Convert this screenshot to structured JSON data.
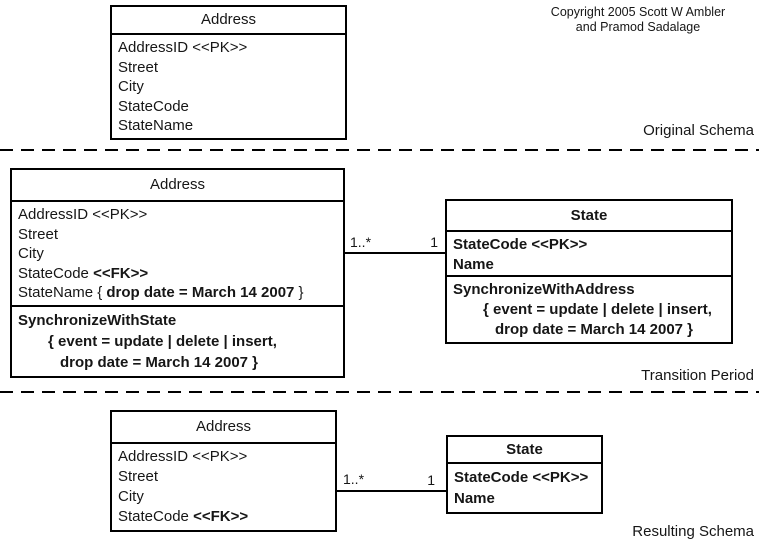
{
  "colors": {
    "ink": "#161616",
    "border": "#000000",
    "background": "#ffffff"
  },
  "copyright": {
    "line1": "Copyright 2005 Scott W Ambler",
    "line2": "and Pramod Sadalage"
  },
  "section_labels": {
    "original": "Original Schema",
    "transition": "Transition Period",
    "resulting": "Resulting Schema"
  },
  "original": {
    "address": {
      "title": "Address",
      "attributes": [
        "AddressID <<PK>>",
        "Street",
        "City",
        "StateCode",
        "StateName"
      ]
    }
  },
  "transition": {
    "address": {
      "title": "Address",
      "attributes": [
        {
          "pre": "AddressID <<PK>>",
          "bold": "",
          "post": ""
        },
        {
          "pre": "Street",
          "bold": "",
          "post": ""
        },
        {
          "pre": "City",
          "bold": "",
          "post": ""
        },
        {
          "pre": "StateCode ",
          "bold": "<<FK>>",
          "post": ""
        },
        {
          "pre": "StateName { ",
          "bold": "drop date = March 14 2007",
          "post": " }"
        }
      ],
      "trigger": {
        "name": "SynchronizeWithState",
        "line2": "{ event = update | delete | insert,",
        "line3": "drop date = March 14 2007 }"
      }
    },
    "state": {
      "title": "State",
      "attributes": [
        "StateCode <<PK>>",
        "Name"
      ],
      "trigger": {
        "name": "SynchronizeWithAddress",
        "line2": "{ event = update | delete | insert,",
        "line3": "drop date = March 14 2007 }"
      }
    },
    "multiplicity_left": "1..*",
    "multiplicity_right": "1"
  },
  "resulting": {
    "address": {
      "title": "Address",
      "attributes": [
        {
          "pre": "AddressID <<PK>>",
          "bold": "",
          "post": ""
        },
        {
          "pre": "Street",
          "bold": "",
          "post": ""
        },
        {
          "pre": "City",
          "bold": "",
          "post": ""
        },
        {
          "pre": "StateCode ",
          "bold": "<<FK>>",
          "post": ""
        }
      ]
    },
    "state": {
      "title": "State",
      "attributes": [
        "StateCode <<PK>>",
        "Name"
      ]
    },
    "multiplicity_left": "1..*",
    "multiplicity_right": "1"
  }
}
